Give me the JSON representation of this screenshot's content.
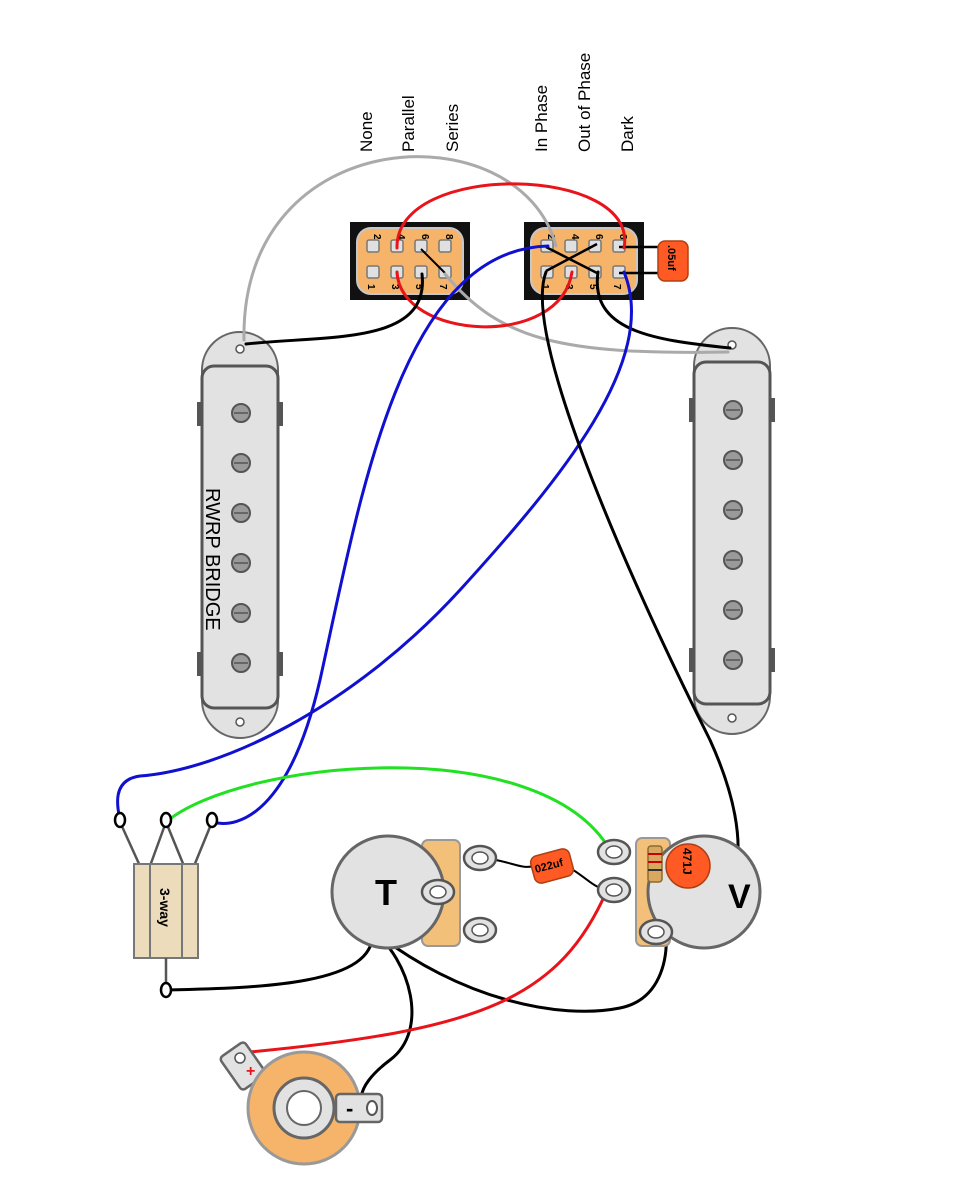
{
  "switch_labels": {
    "series_switch": [
      "None",
      "Parallel",
      "Series"
    ],
    "phase_switch": [
      "In Phase",
      "Out of Phase",
      "Dark"
    ]
  },
  "switch_a_pins": [
    "2",
    "4",
    "6",
    "8",
    "1",
    "3",
    "5",
    "7"
  ],
  "switch_b_pins": [
    "2",
    "4",
    "6",
    "8",
    "1",
    "3",
    "5",
    "7"
  ],
  "pickups": {
    "bridge_label": "RWRP BRIDGE"
  },
  "components": {
    "cap_small_label": ".05uf",
    "cap_tone_label": "022uf",
    "cap_treble_label": "471J",
    "selector_label": "3-way",
    "tone_pot_label": "T",
    "volume_pot_label": "V",
    "jack_plus": "+",
    "jack_minus": "-"
  },
  "colors": {
    "gray_wire": "#aaaaaa",
    "red_wire": "#e8141a",
    "blue_wire": "#1010d0",
    "green_wire": "#22e022",
    "black_wire": "#000000",
    "switch_body": "#f6b46a",
    "capacitor": "#ff5a24",
    "pickup_fill": "#e2e2e2",
    "pot_fill": "#e2e2e2",
    "lug_fill": "#f3c07a",
    "selector_fill": "#ecdcbc"
  }
}
